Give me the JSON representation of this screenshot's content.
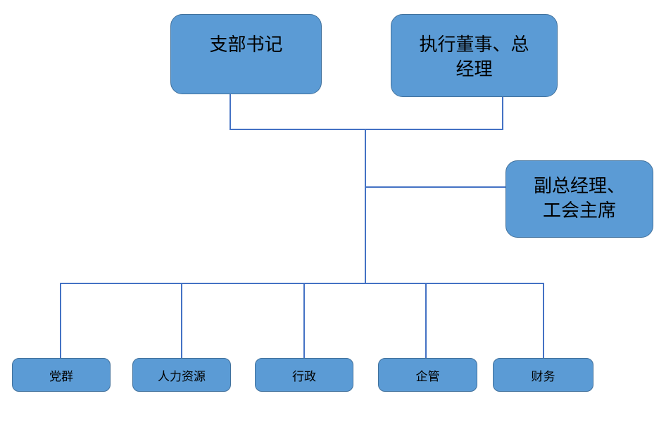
{
  "colors": {
    "node_fill": "#5B9BD5",
    "node_border": "#41719C",
    "connector": "#4472C4",
    "text": "#000000",
    "background": "#FFFFFF"
  },
  "org_chart": {
    "type": "org-chart",
    "nodes": {
      "branch_secretary": {
        "label": "支部书记"
      },
      "exec_director_gm": {
        "label": "执行董事、总\n经理"
      },
      "deputy_gm_union_chair": {
        "label": "副总经理、\n工会主席"
      },
      "party_mass": {
        "label": "党群"
      },
      "human_resources": {
        "label": "人力资源"
      },
      "administration": {
        "label": "行政"
      },
      "enterprise_management": {
        "label": "企管"
      },
      "finance": {
        "label": "财务"
      }
    },
    "edges": [
      {
        "from": "branch_secretary",
        "to": "center-spine"
      },
      {
        "from": "exec_director_gm",
        "to": "center-spine"
      },
      {
        "from": "center-spine",
        "to": "deputy_gm_union_chair"
      },
      {
        "from": "center-spine",
        "to": "party_mass"
      },
      {
        "from": "center-spine",
        "to": "human_resources"
      },
      {
        "from": "center-spine",
        "to": "administration"
      },
      {
        "from": "center-spine",
        "to": "enterprise_management"
      },
      {
        "from": "center-spine",
        "to": "finance"
      }
    ]
  }
}
